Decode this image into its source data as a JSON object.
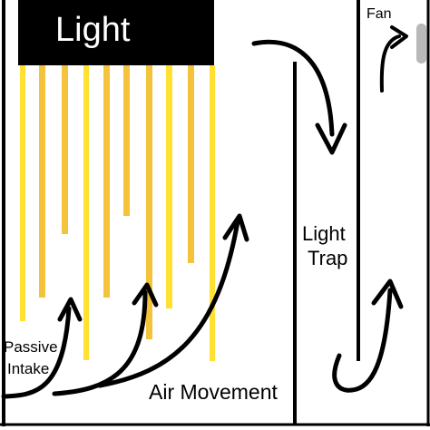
{
  "labels": {
    "light": "Light",
    "fan": "Fan",
    "light_trap": [
      "Light",
      "Trap"
    ],
    "passive_intake": [
      "Passive",
      "Intake"
    ],
    "air_movement": "Air Movement"
  },
  "colors": {
    "background": "#ffffff",
    "ink": "#000000",
    "light_bar": "#000000",
    "ray_orange": "#f5c23c",
    "ray_yellow": "#ffe033",
    "scrollbar": "#b8b8b8"
  },
  "icons": {
    "fan_arrow": "curved-up-right-arrow",
    "intake_arrows": "curved-up-arrows",
    "trap_arrows": "down-then-up-arrows"
  }
}
